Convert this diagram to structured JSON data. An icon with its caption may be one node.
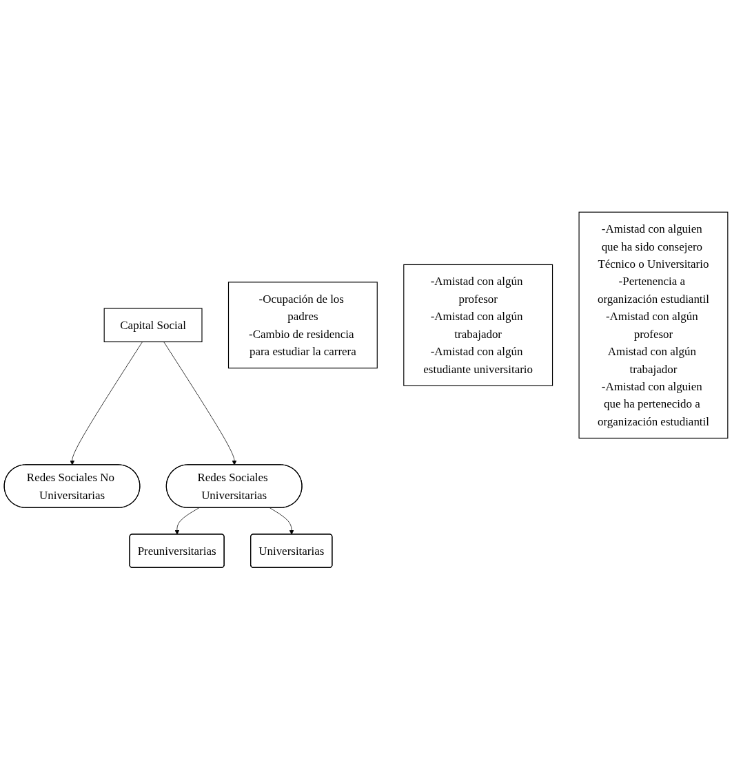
{
  "diagram": {
    "nodes": [
      {
        "text": [
          "Capital Social"
        ]
      },
      {
        "text": [
          "Redes Sociales No Universitarias"
        ]
      },
      {
        "text": [
          "Redes Sociales Universitarias"
        ]
      },
      {
        "text": [
          "-Ocupación de los padres",
          "-Cambio de residencia para estudiar la carrera"
        ]
      },
      {
        "text": [
          "Preuniversitarias"
        ]
      },
      {
        "text": [
          "Universitarias"
        ]
      },
      {
        "text": [
          "-Amistad con algún profesor",
          "-Amistad con algún trabajador",
          "-Amistad con algún estudiante universitario"
        ]
      },
      {
        "text": [
          "-Amistad con alguien que ha sido consejero Técnico o Universitario",
          "-Pertenencia a organización estudiantil",
          "-Amistad con algún profesor",
          "Amistad con algún trabajador",
          "-Amistad con alguien que ha pertenecido a organización estudiantil"
        ]
      }
    ],
    "edges": [
      {
        "from": 0,
        "to": 1,
        "arrow": "to"
      },
      {
        "from": 0,
        "to": 2,
        "arrow": "to"
      },
      {
        "from": 2,
        "to": 4,
        "arrow": "to"
      },
      {
        "from": 2,
        "to": 5,
        "arrow": "to"
      }
    ]
  }
}
